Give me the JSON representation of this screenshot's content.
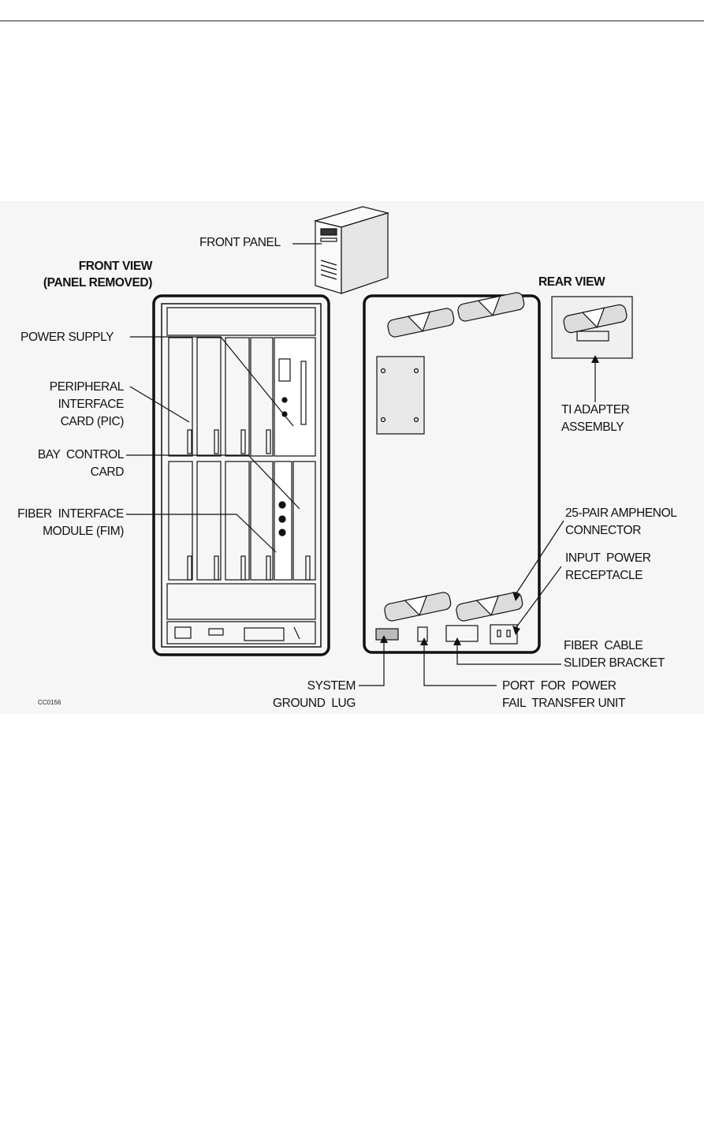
{
  "labels": {
    "front_panel": "FRONT PANEL",
    "front_view_1": "FRONT VIEW",
    "front_view_2": "(PANEL REMOVED)",
    "rear_view": "REAR VIEW",
    "power_supply": "POWER SUPPLY",
    "pic_1": "PERIPHERAL",
    "pic_2": "INTERFACE",
    "pic_3": "CARD (PIC)",
    "bay_1": "BAY  CONTROL",
    "bay_2": "CARD",
    "fim_1": "FIBER  INTERFACE",
    "fim_2": "MODULE (FIM)",
    "ti_1": "TI ADAPTER",
    "ti_2": "ASSEMBLY",
    "amph_1": "25-PAIR AMPHENOL",
    "amph_2": "CONNECTOR",
    "input_1": "INPUT  POWER",
    "input_2": "RECEPTACLE",
    "fiber_1": "FIBER  CABLE",
    "fiber_2": "SLIDER BRACKET",
    "ground_1": "SYSTEM",
    "ground_2": "GROUND  LUG",
    "port_1": "PORT  FOR  POWER",
    "port_2": "FAIL  TRANSFER UNIT",
    "code": "CC0156"
  },
  "colors": {
    "line": "#111111",
    "background": "#f6f6f6",
    "fill": "#dcdcdc"
  }
}
